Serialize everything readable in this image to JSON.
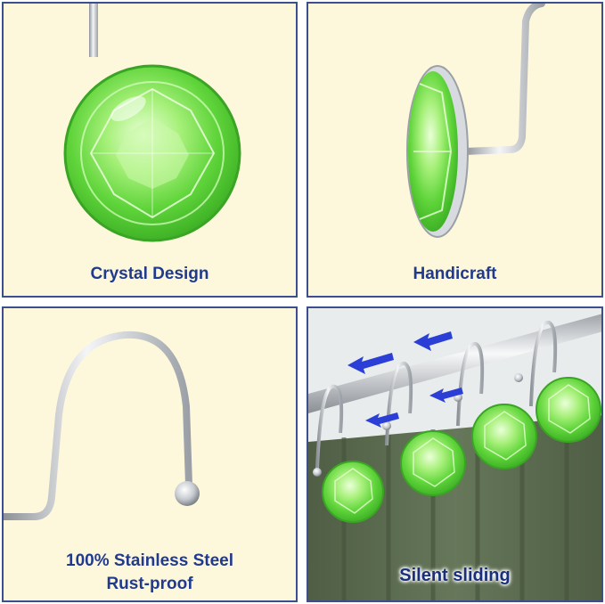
{
  "panels": [
    {
      "caption": "Crystal Design"
    },
    {
      "caption": "Handicraft"
    },
    {
      "caption_line1": "100% Stainless Steel",
      "caption_line2": "Rust-proof"
    },
    {
      "caption": "Silent sliding"
    }
  ],
  "colors": {
    "panel_background": "#fdf8dc",
    "panel_border": "#3c4e8c",
    "caption_text": "#1f3a8f",
    "crystal_green": "#7ee84a",
    "steel": "#c9ccd1",
    "curtain": "#5b6b4f",
    "arrow_blue": "#2b3fd6"
  },
  "icons": [
    "crystal-gem-icon",
    "steel-hook-icon",
    "sliding-arrow-icon"
  ]
}
